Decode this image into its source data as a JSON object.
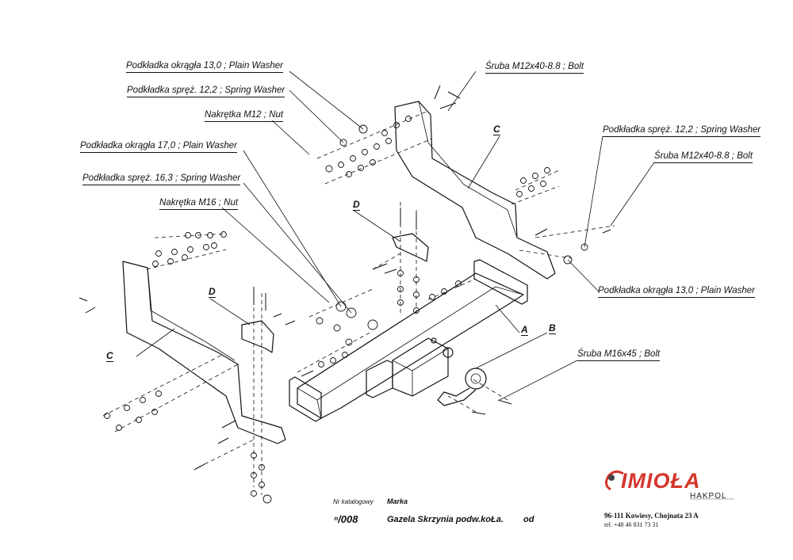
{
  "callouts": {
    "plain_washer_13_top": "Podkładka okrągła 13,0 ;  Plain Washer",
    "spring_washer_12_top": "Podkładka spręż. 12,2 ; Spring Washer",
    "nut_m12": "Nakrętka  M12 ; Nut",
    "plain_washer_17": "Podkładka okrągła 17,0 ;  Plain Washer",
    "spring_washer_16": "Podkładka spręż. 16,3 ; Spring Washer",
    "nut_m16": "Nakrętka  M16 ; Nut",
    "bolt_m12_top": "Śruba M12x40-8.8 ;  Bolt",
    "spring_washer_12_right": "Podkładka spręż. 12,2 ; Spring Washer",
    "bolt_m12_right": "Śruba M12x40-8.8 ;  Bolt",
    "plain_washer_13_right": "Podkładka okrągła 13,0 ;  Plain Washer",
    "bolt_m16": "Śruba M16x45 ;  Bolt"
  },
  "parts": {
    "a": "A",
    "b": "B",
    "c_top": "C",
    "c_left": "C",
    "d_top": "D",
    "d_left": "D"
  },
  "footer": {
    "catalog_label": "Nr katalogowy",
    "catalog_number": "ⁿ/008",
    "brand_label": "Marka",
    "model": "Gazela Skrzynia podw.koŁa.",
    "from_label": "od"
  },
  "logo": {
    "brand": "IMIOŁA",
    "sub": "HAKPOL",
    "address": "96-111 Kowiesy, Chojnata 23 A",
    "phone": "tel. +48 46 831 73 31",
    "accent_color": "#d4362b"
  }
}
